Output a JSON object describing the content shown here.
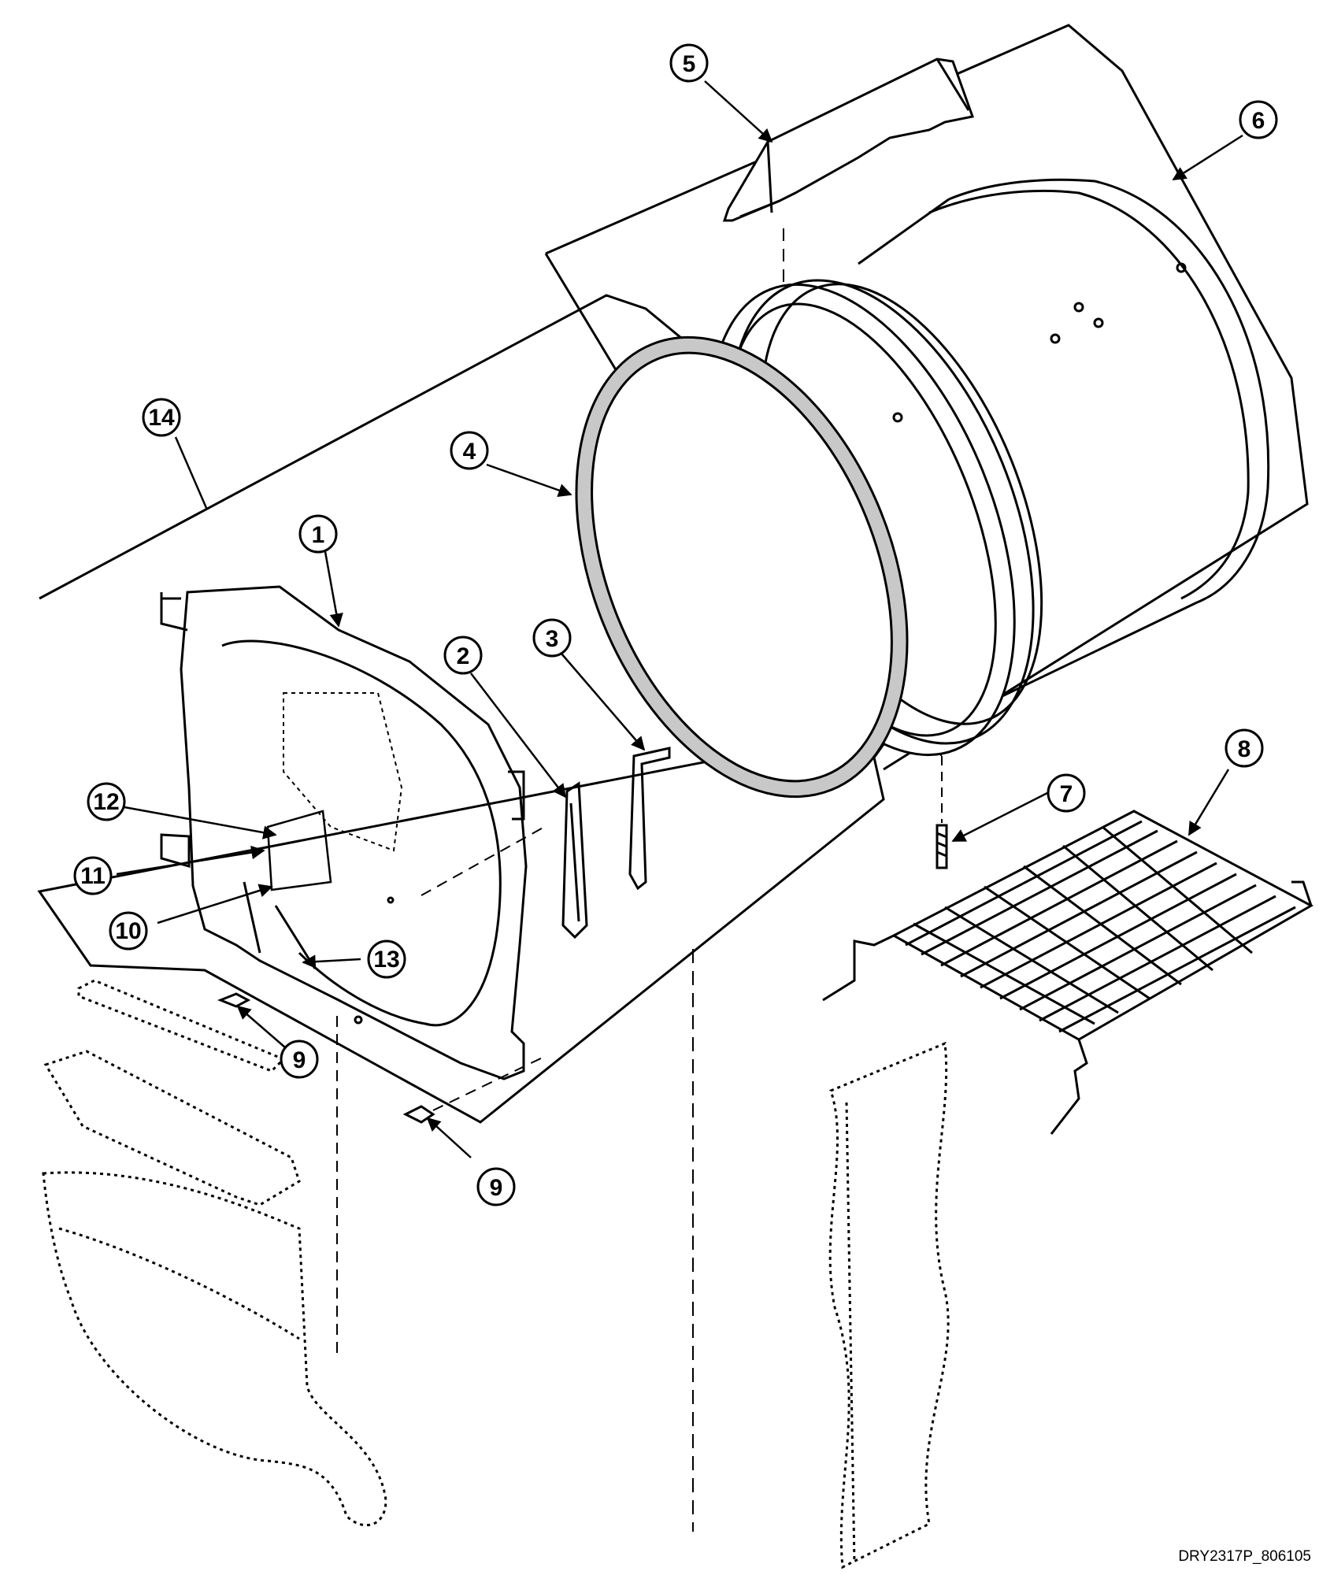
{
  "callouts": {
    "c1": "1",
    "c2": "2",
    "c3": "3",
    "c4": "4",
    "c5": "5",
    "c6": "6",
    "c7": "7",
    "c8": "8",
    "c9a": "9",
    "c9b": "9",
    "c10": "10",
    "c11": "11",
    "c12": "12",
    "c13": "13",
    "c14": "14"
  },
  "figure_code": "DRY2317P_806105",
  "colors": {
    "line": "#000000",
    "background": "#ffffff",
    "seal_fill": "#c8c8c8"
  }
}
